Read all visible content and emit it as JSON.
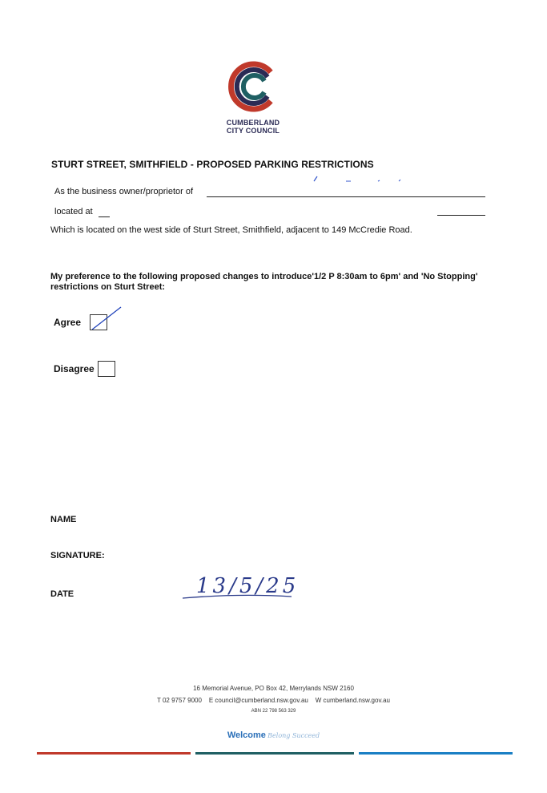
{
  "logo": {
    "line1": "CUMBERLAND",
    "line2": "CITY COUNCIL"
  },
  "document": {
    "title": "STURT STREET, SMITHFIELD - PROPOSED PARKING RESTRICTIONS",
    "owner_label": "As the business owner/proprietor of",
    "located_label": "located at",
    "location_text": "Which is located on the west side of Sturt Street, Smithfield, adjacent to 149 McCredie Road.",
    "preference_line1": "My preference to the following proposed changes to introduce'1/2 P 8:30am to 6pm' and 'No Stopping'",
    "preference_line2": "restrictions on Sturt Street:",
    "options": [
      {
        "label": "Agree",
        "checked": true
      },
      {
        "label": "Disagree",
        "checked": false
      }
    ],
    "name_label": "NAME",
    "signature_label": "SIGNATURE:",
    "date_label": "DATE",
    "date_value": "13/5/25"
  },
  "footer": {
    "address": "16 Memorial Avenue, PO Box 42, Merrylands NSW 2160",
    "phone": "T 02 9757 9000",
    "email": "E council@cumberland.nsw.gov.au",
    "web": "W cumberland.nsw.gov.au",
    "abn": "ABN 22 798 563 329",
    "welcome": "Welcome",
    "tagline": "Belong Succeed"
  },
  "colors": {
    "red": "#c0392b",
    "teal": "#1f5f63",
    "blue": "#1a7fc4",
    "navy": "#2b2b55"
  }
}
